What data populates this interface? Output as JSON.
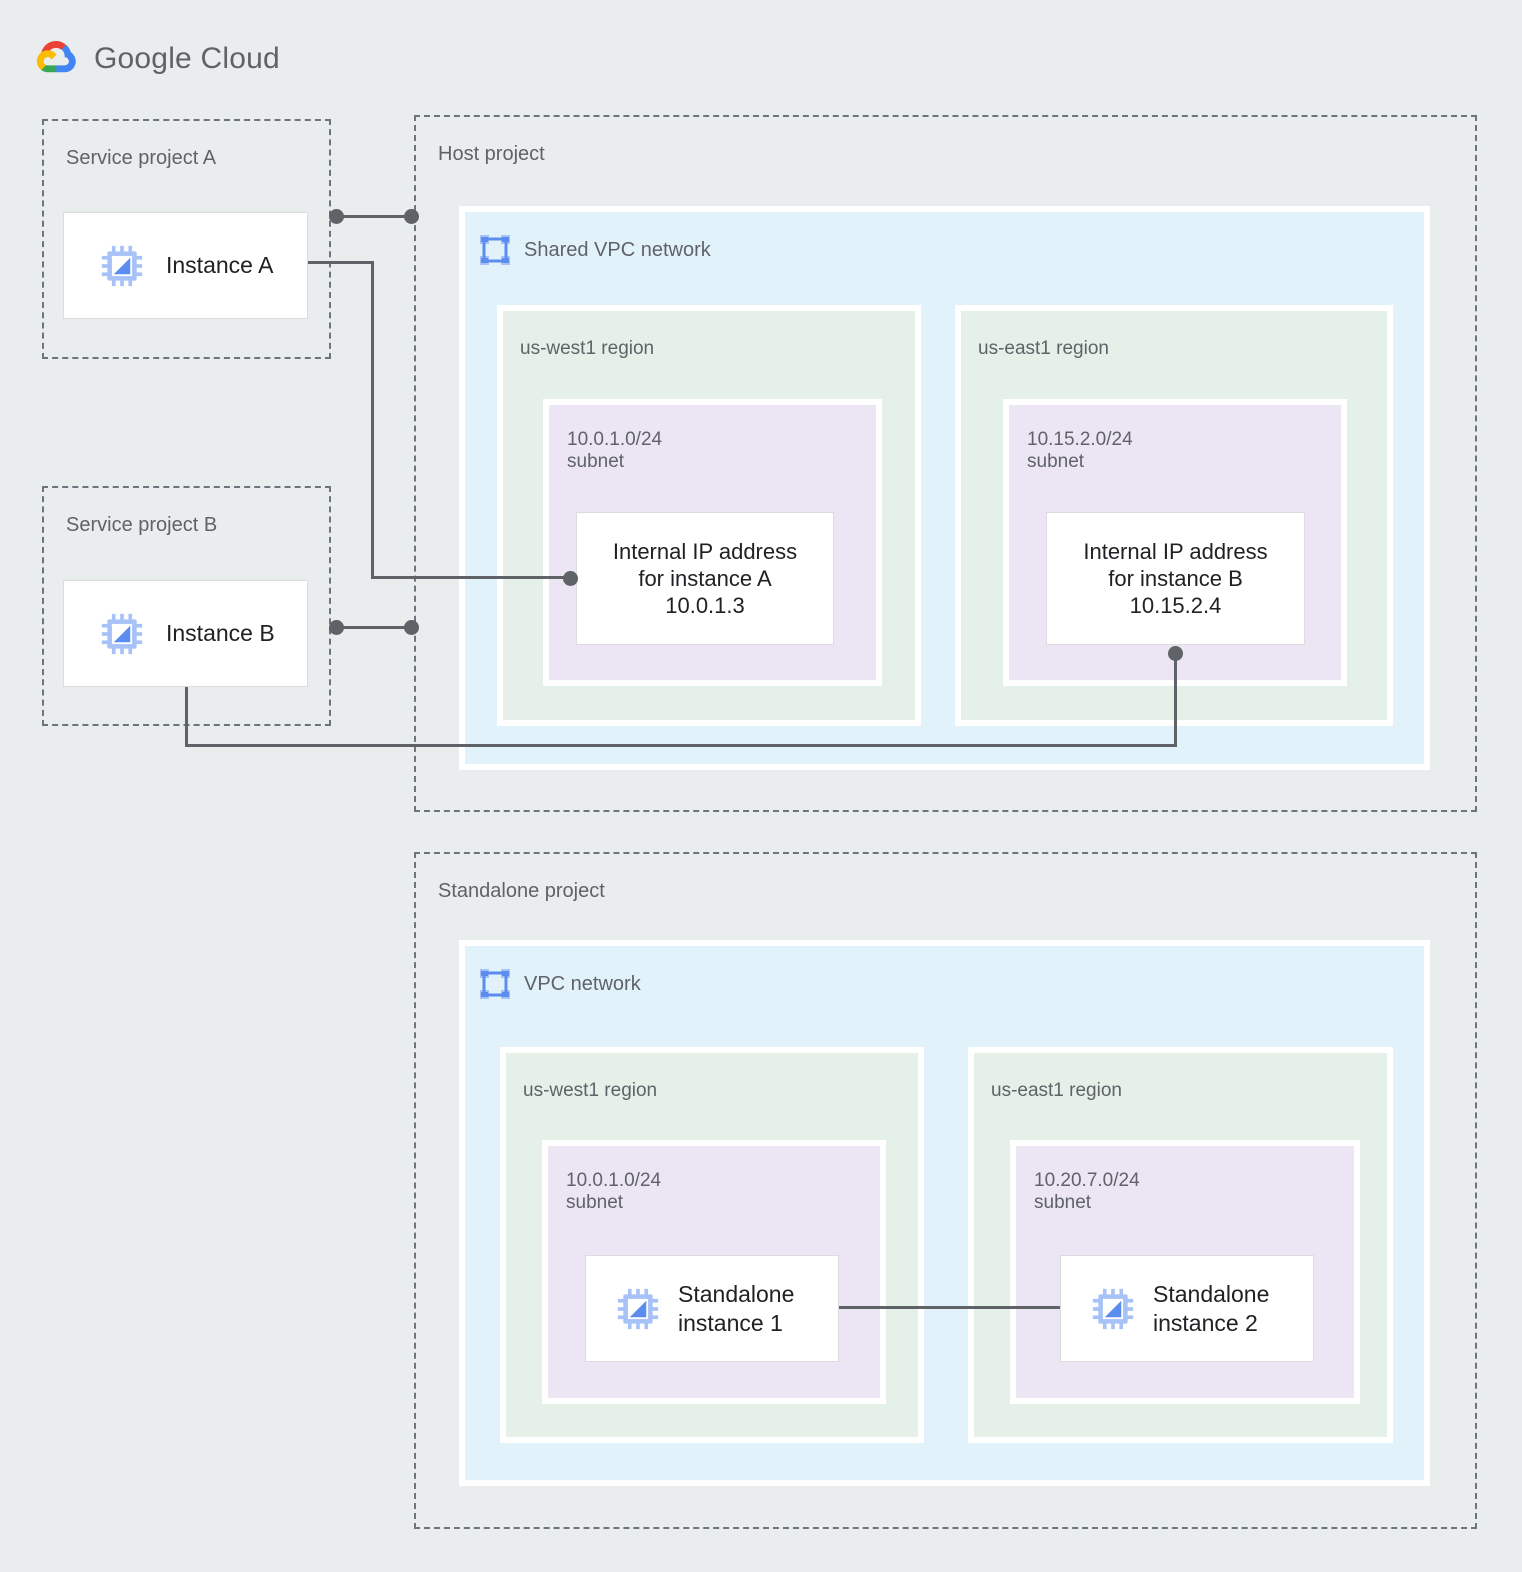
{
  "brand": {
    "logo_icon": "google-cloud-logo-icon",
    "name_bold": "Google",
    "name_light": " Cloud"
  },
  "projects": {
    "service_a": {
      "label": "Service project A"
    },
    "service_b": {
      "label": "Service project B"
    },
    "host": {
      "label": "Host project"
    },
    "standalone": {
      "label": "Standalone project"
    }
  },
  "networks": {
    "shared_vpc": {
      "label": "Shared VPC network",
      "icon": "vpc-network-icon"
    },
    "vpc": {
      "label": "VPC network",
      "icon": "vpc-network-icon"
    }
  },
  "host_regions": [
    {
      "label": "us-west1 region",
      "subnet": "10.0.1.0/24\nsubnet",
      "card": "Internal IP address\nfor instance A\n10.0.1.3"
    },
    {
      "label": "us-east1 region",
      "subnet": "10.15.2.0/24\nsubnet",
      "card": "Internal IP address\nfor instance B\n10.15.2.4"
    }
  ],
  "standalone_regions": [
    {
      "label": "us-west1 region",
      "subnet": "10.0.1.0/24\nsubnet",
      "instance": "Standalone\ninstance 1",
      "icon": "compute-instance-icon"
    },
    {
      "label": "us-east1 region",
      "subnet": "10.20.7.0/24\nsubnet",
      "instance": "Standalone\ninstance 2",
      "icon": "compute-instance-icon"
    }
  ],
  "instances": {
    "a": {
      "label": "Instance A",
      "icon": "compute-instance-icon"
    },
    "b": {
      "label": "Instance B",
      "icon": "compute-instance-icon"
    }
  },
  "colors": {
    "page_background": "#eaeded",
    "vpc_fill": "#e2f2fb",
    "region_fill": "#e4f0e8",
    "subnet_fill": "#ece5f4",
    "connector": "#5f6368",
    "dashed_border": "#6c747c",
    "text_muted": "#5f6368",
    "text_primary": "#202124",
    "icon_blue": "#5b8def"
  }
}
